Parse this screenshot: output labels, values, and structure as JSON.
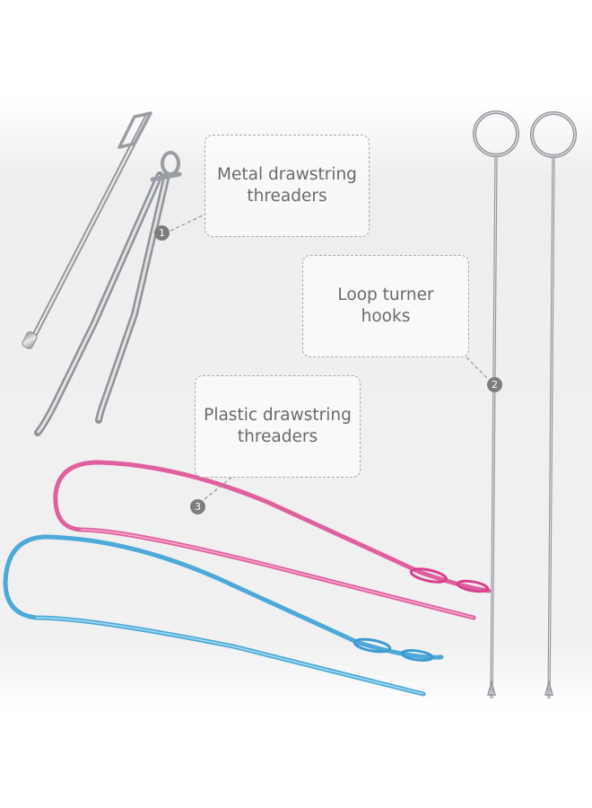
{
  "callouts": [
    {
      "badge": "1",
      "line1": "Metal drawstring",
      "line2": "threaders"
    },
    {
      "badge": "2",
      "line1": "Loop turner",
      "line2": "hooks"
    },
    {
      "badge": "3",
      "line1": "Plastic drawstring",
      "line2": "threaders"
    }
  ],
  "colors": {
    "metal": "#b9bcc0",
    "pink": "#e0609f",
    "blue": "#4da9d8",
    "callout_text": "#6a6a6a",
    "badge": "#7d7d7d"
  }
}
